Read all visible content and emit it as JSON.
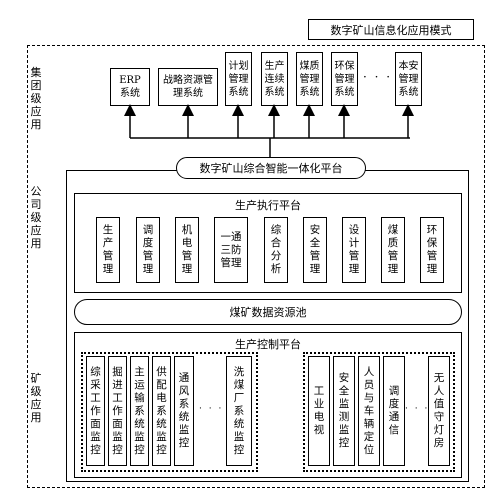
{
  "title": "数字矿山信息化应用模式",
  "levels": {
    "group": "集团级应用",
    "company": "公司级应用",
    "mine": "矿级应用"
  },
  "group_systems": [
    "ERP系统",
    "战略资源管理系统",
    "计划管理系统",
    "生产连续系统",
    "煤质管理系统",
    "环保管理系统",
    "本安管理系统"
  ],
  "platform_title": "数字矿山综合智能一体化平台",
  "execution": {
    "title": "生产执行平台",
    "modules": [
      "生产管理",
      "调度管理",
      "机电管理",
      "一通三防管理",
      "综合分析",
      "安全管理",
      "设计管理",
      "煤质管理",
      "环保管理"
    ]
  },
  "data_pool": "煤矿数据资源池",
  "control": {
    "title": "生产控制平台",
    "left_systems": [
      "综采工作面监控",
      "掘进工作面监控",
      "主运输系统监控",
      "供配电系统监控",
      "通风系统监控",
      "洗煤厂系统监控"
    ],
    "right_systems": [
      "工业电视",
      "安全监测监控",
      "人员与车辆定位",
      "调度通信",
      "无人值守灯房"
    ]
  },
  "ellipsis": "· · ·"
}
